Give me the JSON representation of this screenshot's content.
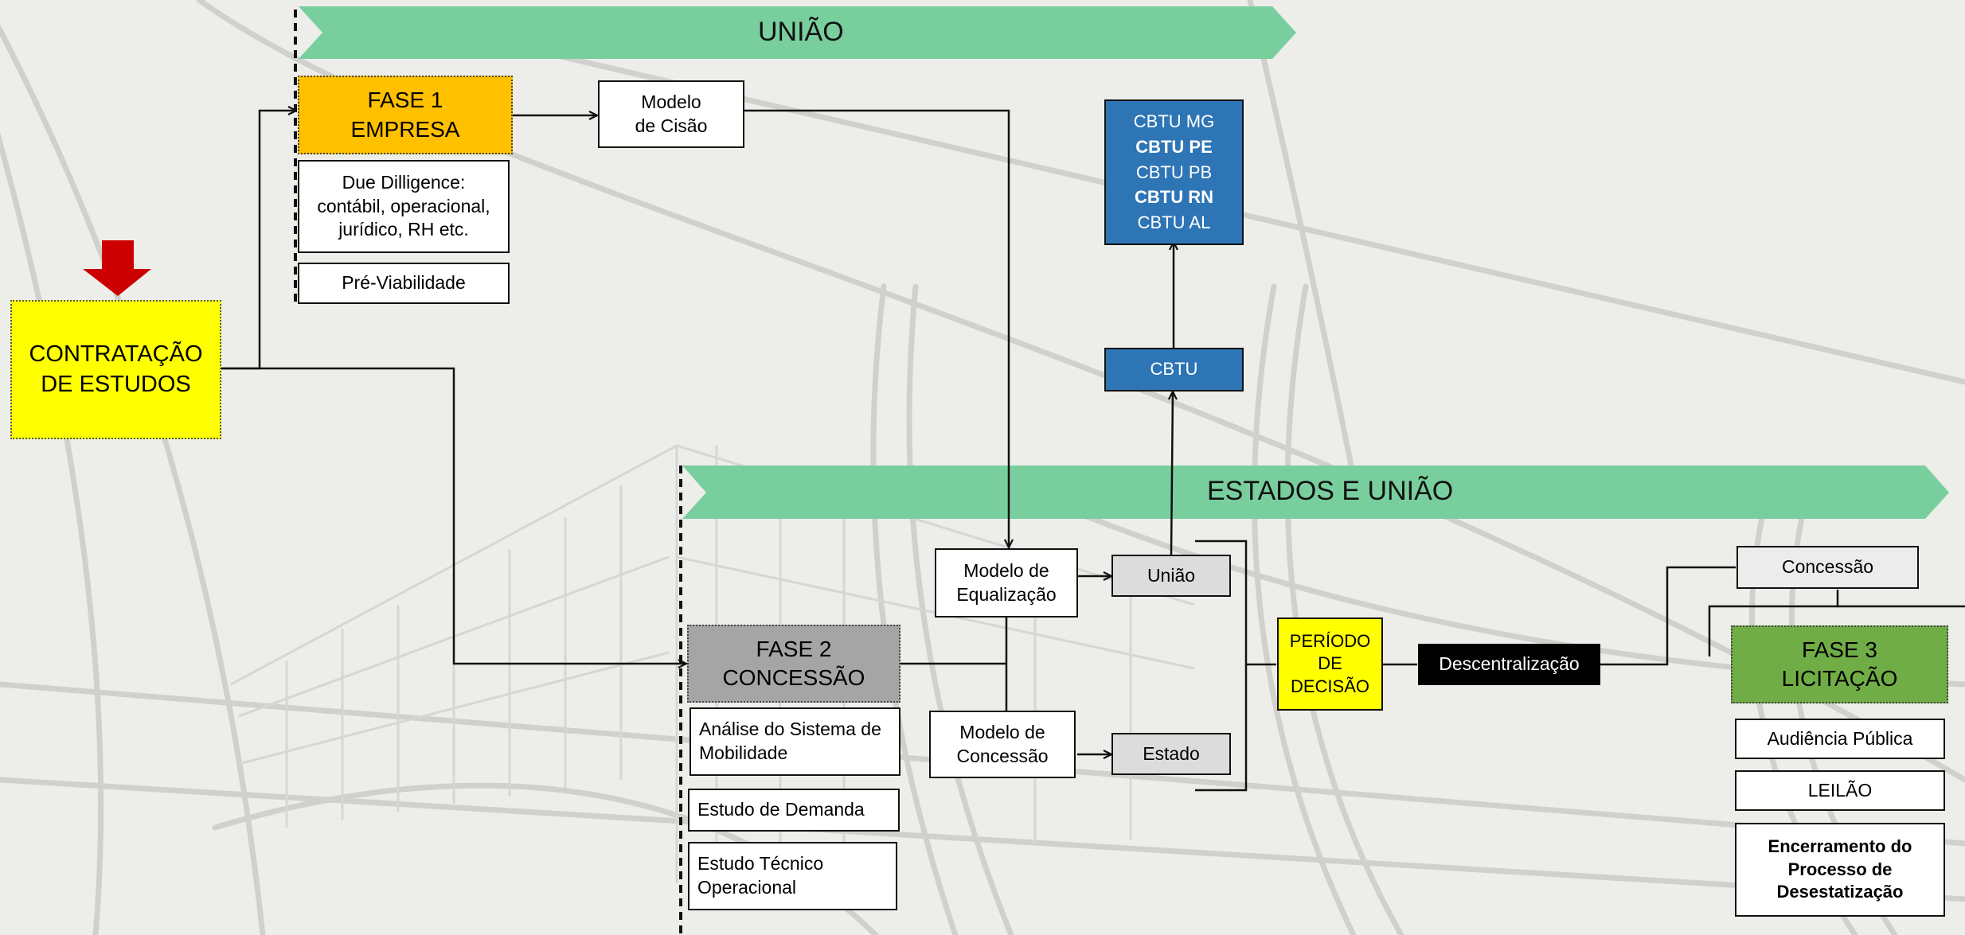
{
  "colors": {
    "background": "#ededea",
    "banner_green": "#78cf9d",
    "yellow": "#ffff00",
    "orange": "#ffc000",
    "gray_box": "#a5a5a5",
    "blue_box": "#2e75b6",
    "green_box": "#70ad47",
    "dark_box": "#000000",
    "arrow_red": "#cc0000"
  },
  "banners": {
    "uniao": "UNIÃO",
    "estados_uniao": "ESTADOS E UNIÃO"
  },
  "left": {
    "contratacao": "CONTRATAÇÃO\nDE ESTUDOS",
    "arrow_icon": "down-arrow-icon"
  },
  "fase1": {
    "title": "FASE 1\nEMPRESA",
    "due_diligence": "Due Dilligence:\ncontábil, operacional,\njurídico, RH etc.",
    "pre_viabilidade": "Pré-Viabilidade",
    "modelo_cisao": "Modelo\nde Cisão"
  },
  "cbtu": {
    "states": [
      {
        "text": "CBTU MG",
        "bold": false
      },
      {
        "text": "CBTU PE",
        "bold": true
      },
      {
        "text": "CBTU PB",
        "bold": false
      },
      {
        "text": "CBTU RN",
        "bold": true
      },
      {
        "text": "CBTU AL",
        "bold": false
      }
    ],
    "cbtu": "CBTU"
  },
  "fase2": {
    "title": "FASE 2 CONCESSÃO",
    "analise": "Análise do Sistema de\nMobilidade",
    "demanda": "Estudo de Demanda",
    "tecnico": "Estudo Técnico\nOperacional"
  },
  "middle": {
    "equalizacao": "Modelo de\nEqualização",
    "concessao_model": "Modelo de\nConcessão",
    "uniao": "União",
    "estado": "Estado",
    "periodo": "PERÍODO\nDE\nDECISÃO",
    "descentralizacao": "Descentralização"
  },
  "fase3": {
    "concessao": "Concessão",
    "title": "FASE 3\nLICITAÇÃO",
    "audiencia": "Audiência Pública",
    "leilao": "LEILÃO",
    "encerramento": "Encerramento do\nProcesso de\nDesestatização"
  }
}
